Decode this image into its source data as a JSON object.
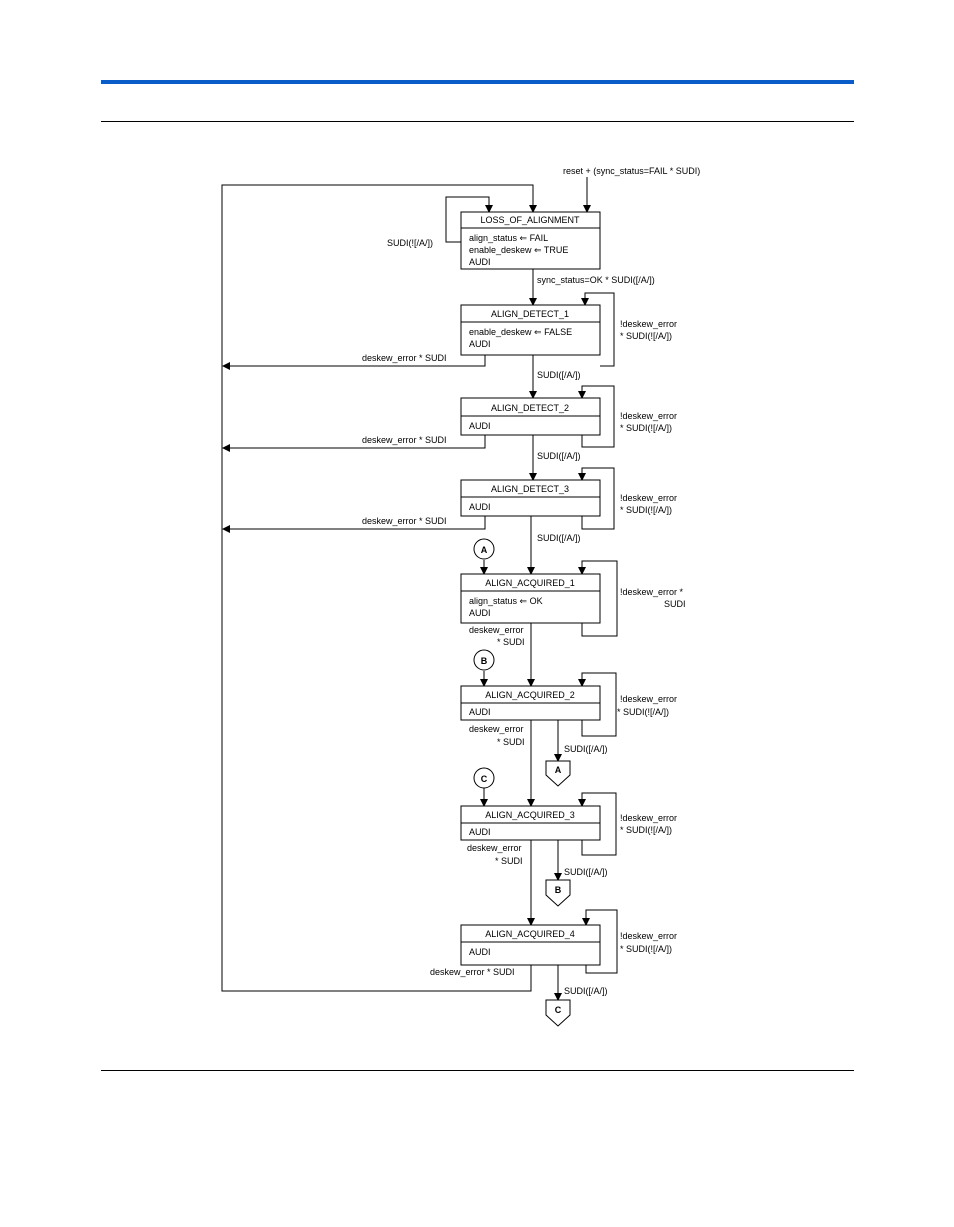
{
  "colors": {
    "accent_rule": "#0a5cc8",
    "ink": "#000000",
    "paper": "#ffffff"
  },
  "entry_condition": "reset + (sync_status=FAIL * SUDI)",
  "states": [
    {
      "name": "LOSS_OF_ALIGNMENT",
      "actions": [
        "align_status ⇐ FAIL",
        "enable_deskew ⇐ TRUE",
        "AUDI"
      ]
    },
    {
      "name": "ALIGN_DETECT_1",
      "actions": [
        "enable_deskew ⇐ FALSE",
        "AUDI"
      ]
    },
    {
      "name": "ALIGN_DETECT_2",
      "actions": [
        "AUDI"
      ]
    },
    {
      "name": "ALIGN_DETECT_3",
      "actions": [
        "AUDI"
      ]
    },
    {
      "name": "ALIGN_ACQUIRED_1",
      "actions": [
        "align_status ⇐ OK",
        "AUDI"
      ]
    },
    {
      "name": "ALIGN_ACQUIRED_2",
      "actions": [
        "AUDI"
      ]
    },
    {
      "name": "ALIGN_ACQUIRED_3",
      "actions": [
        "AUDI"
      ]
    },
    {
      "name": "ALIGN_ACQUIRED_4",
      "actions": [
        "AUDI"
      ]
    }
  ],
  "labels": {
    "loa_self": "SUDI(![/A/])",
    "loa_exit": "sync_status=OK * SUDI([/A/])",
    "d1_self": [
      "!deskew_error",
      "* SUDI(![/A/])"
    ],
    "d1_err": "deskew_error * SUDI",
    "d1_exit": "SUDI([/A/])",
    "d2_self": [
      "!deskew_error",
      "* SUDI(![/A/])"
    ],
    "d2_err": "deskew_error * SUDI",
    "d2_exit": "SUDI([/A/])",
    "d3_self": [
      "!deskew_error",
      "* SUDI(![/A/])"
    ],
    "d3_err": "deskew_error * SUDI",
    "d3_exit": "SUDI([/A/])",
    "a1_self": [
      "!deskew_error *",
      "SUDI"
    ],
    "a1_err": [
      "deskew_error",
      "* SUDI"
    ],
    "a2_self": [
      "!deskew_error",
      "* SUDI(![/A/])"
    ],
    "a2_err": [
      "deskew_error",
      "* SUDI"
    ],
    "a2_exit": "SUDI([/A/])",
    "a3_self": [
      "!deskew_error",
      "* SUDI(![/A/])"
    ],
    "a3_err": [
      "deskew_error",
      "* SUDI"
    ],
    "a3_exit": "SUDI([/A/])",
    "a4_self": [
      "!deskew_error",
      "* SUDI(![/A/])"
    ],
    "a4_err": "deskew_error * SUDI",
    "a4_exit": "SUDI([/A/])"
  },
  "connectors": {
    "a": "A",
    "b": "B",
    "c": "C"
  }
}
